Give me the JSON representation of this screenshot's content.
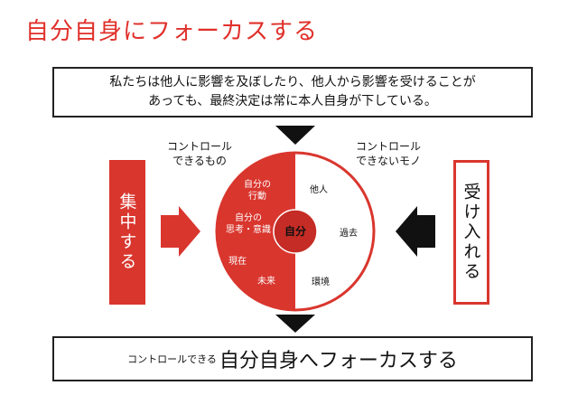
{
  "title": "自分自身にフォーカスする",
  "top_box": {
    "line1": "私たちは他人に影響を及ぼしたり、他人から影響を受けることが",
    "line2": "あっても、最終決定は常に本人自身が下している。"
  },
  "left_label": {
    "line1": "コントロール",
    "line2": "できるもの"
  },
  "right_label": {
    "line1": "コントロール",
    "line2": "できないモノ"
  },
  "left_bar": "集中する",
  "right_bar": "受け入れる",
  "circle": {
    "center": "自分",
    "left_items": [
      {
        "line1": "自分の",
        "line2": "行動"
      },
      {
        "line1": "自分の",
        "line2": "思考・意識"
      },
      {
        "line1": "現在",
        "line2": ""
      },
      {
        "line1": "未来",
        "line2": ""
      }
    ],
    "right_items": [
      "他人",
      "過去",
      "環境"
    ]
  },
  "bottom_box": {
    "small": "コントロールできる",
    "big": "自分自身へフォーカスする"
  },
  "colors": {
    "accent": "#d9362e",
    "title": "#e0302a",
    "dark": "#111111"
  }
}
